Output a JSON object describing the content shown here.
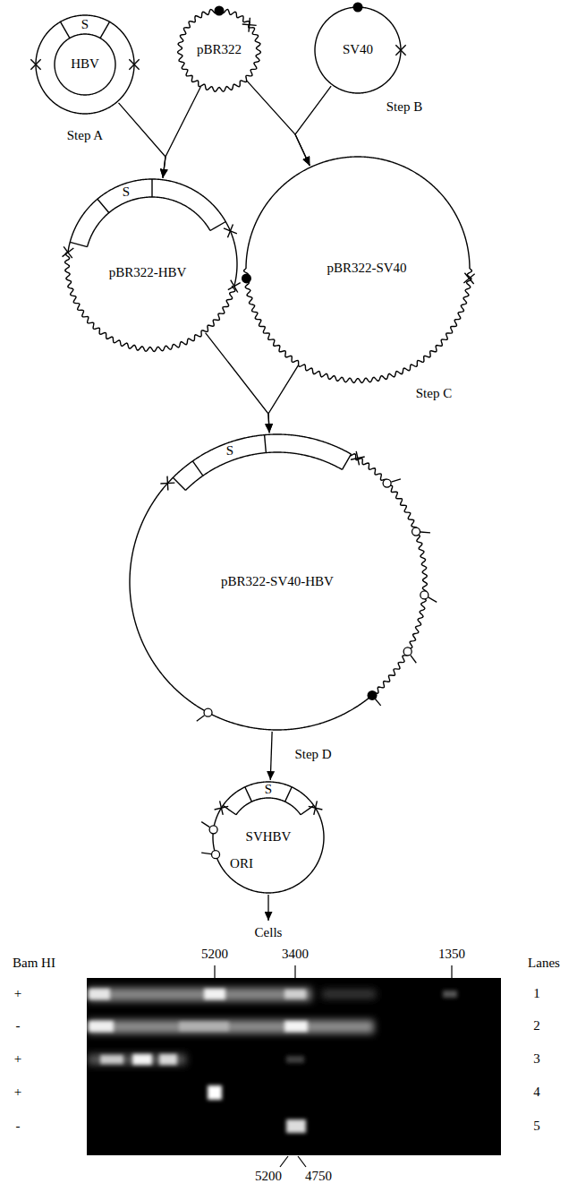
{
  "diagram": {
    "nodes": [
      {
        "text": [
          "S",
          "HBV"
        ]
      },
      {
        "text": [
          "pBR322"
        ]
      },
      {
        "text": [
          "SV40"
        ]
      },
      {
        "text": [
          "S",
          "pBR322-HBV"
        ]
      },
      {
        "text": [
          "pBR322-SV40"
        ]
      },
      {
        "text": [
          "S",
          "pBR322-SV40-HBV"
        ]
      },
      {
        "text": [
          "S",
          "SVHBV",
          "ORI"
        ]
      },
      {
        "text": [
          "Cells"
        ]
      }
    ],
    "edges": [
      {
        "from": 0,
        "to": 3,
        "arrow": "to"
      },
      {
        "from": 1,
        "to": 3,
        "arrow": "to"
      },
      {
        "from": 1,
        "to": 4,
        "arrow": "to"
      },
      {
        "from": 2,
        "to": 4,
        "arrow": "to"
      },
      {
        "from": 3,
        "to": 5,
        "arrow": "to"
      },
      {
        "from": 4,
        "to": 5,
        "arrow": "to"
      },
      {
        "from": 5,
        "to": 6,
        "arrow": "to"
      },
      {
        "from": 6,
        "to": 7,
        "arrow": "to"
      }
    ],
    "labels": [
      "Step A",
      "Step B",
      "Step C",
      "Step D",
      "Bam HI",
      "5200",
      "3400",
      "1350",
      "Lanes",
      "+",
      "1",
      "-",
      "2",
      "+",
      "3",
      "+",
      "4",
      "-",
      "5",
      "5200",
      "4750"
    ]
  }
}
